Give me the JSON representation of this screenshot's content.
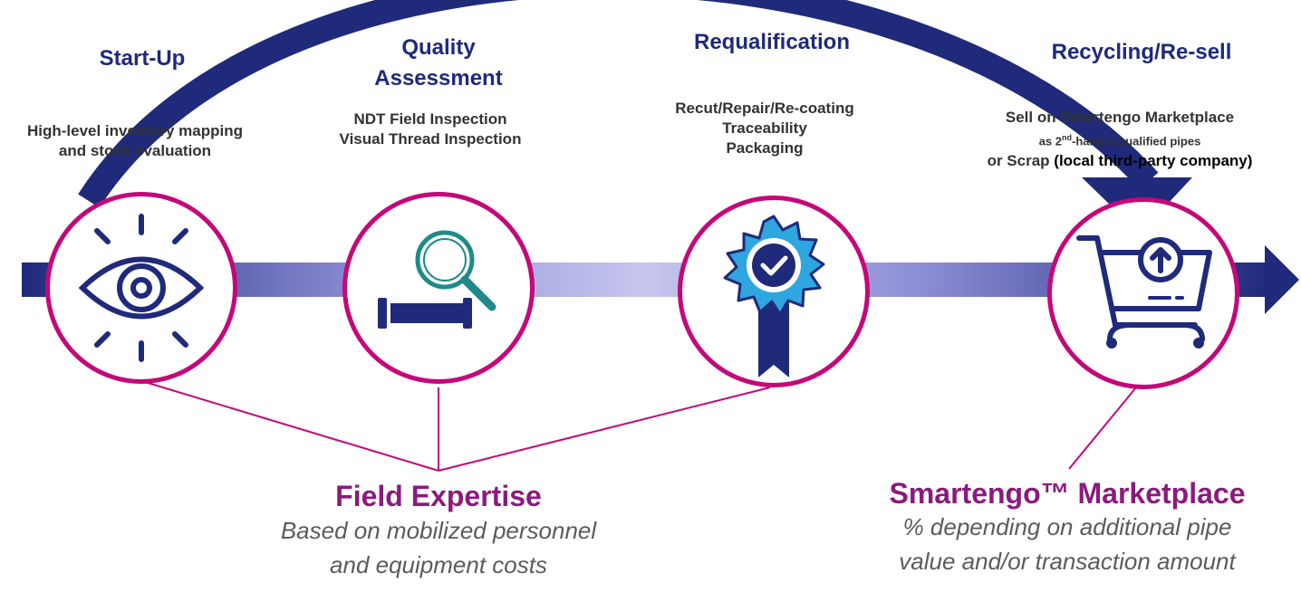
{
  "stages": [
    {
      "title_lines": [
        "Start-Up"
      ],
      "description_lines": [
        "High-level inventory mapping",
        "and stock evaluation"
      ],
      "icon": "eye-icon"
    },
    {
      "title_lines": [
        "Quality",
        "Assessment"
      ],
      "description_lines": [
        "NDT Field Inspection",
        "Visual Thread Inspection"
      ],
      "icon": "magnifier-pipe-icon"
    },
    {
      "title_lines": [
        "Requalification"
      ],
      "description_lines": [
        "Recut/Repair/Re-coating",
        "Traceability",
        "Packaging"
      ],
      "icon": "certified-badge-icon"
    },
    {
      "title_lines": [
        "Recycling/Re-sell"
      ],
      "description": {
        "line1": "Sell on Smartengo Marketplace",
        "line2_prefix": "as 2",
        "line2_sup": "nd",
        "line2_suffix": "-hand requalified pipes",
        "line3_prefix": "or Scrap",
        "line3_emphasis": "(local third-party company)"
      },
      "icon": "cart-upload-icon"
    }
  ],
  "field_expertise": {
    "title": "Field Expertise",
    "subtitle_lines": [
      "Based on mobilized personnel",
      "and equipment costs"
    ]
  },
  "marketplace": {
    "title": "Smartengo™ Marketplace",
    "subtitle_lines": [
      "% depending on additional pipe",
      "value and/or transaction amount"
    ]
  },
  "colors": {
    "navy": "#1f2a7a",
    "magenta": "#c4087a",
    "purple_text": "#8b1a7e",
    "arrow_light": "#b9b9e8",
    "badge_blue": "#2ea6df",
    "teal": "#1f8a8a"
  }
}
